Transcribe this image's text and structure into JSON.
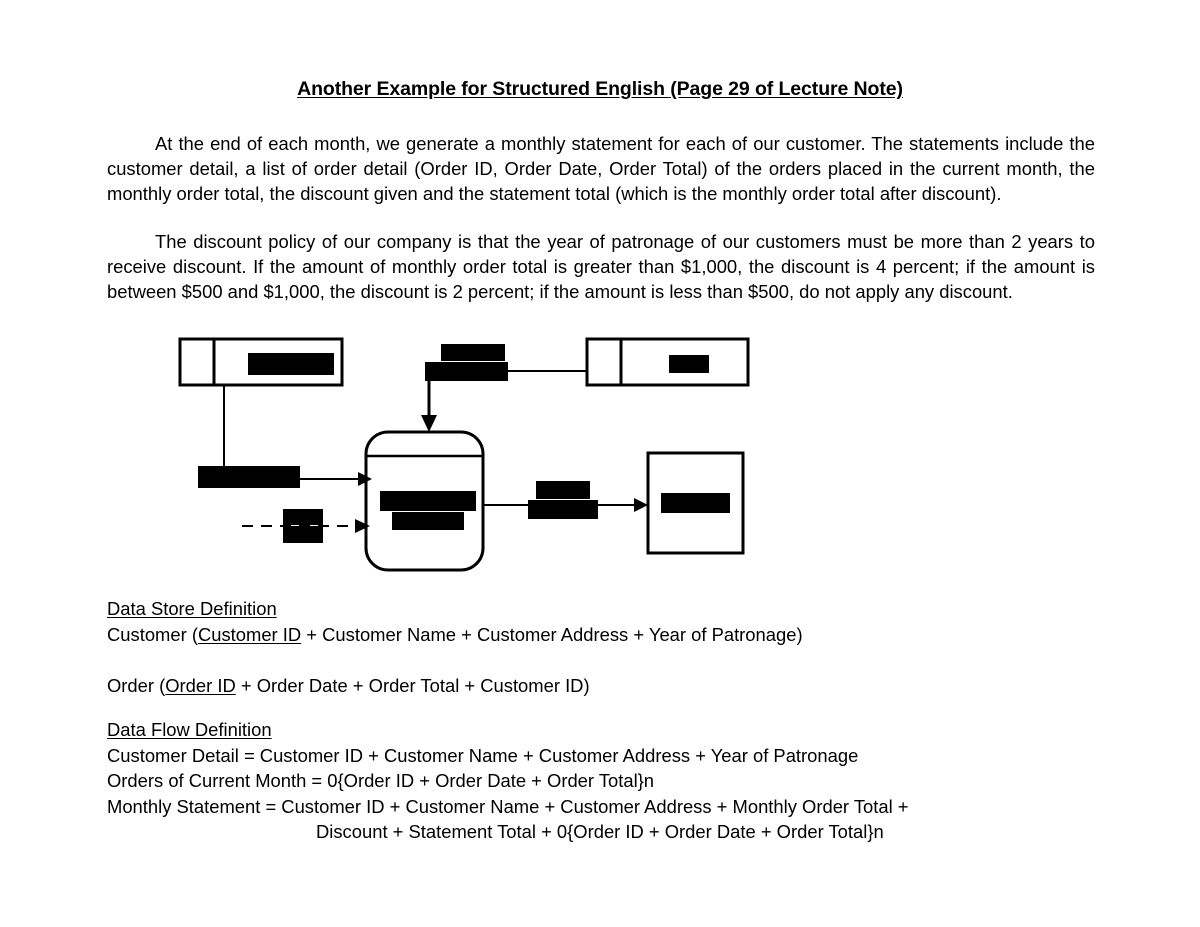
{
  "document": {
    "title": "Another Example for Structured English (Page 29 of Lecture Note)",
    "paragraph_1": "At the end of each month, we generate a monthly statement for each of our customer.  The statements include the customer detail, a list of order detail (Order ID, Order Date, Order Total) of the orders placed in the current month, the monthly order total, the discount given and the statement total (which is the monthly order total after discount).",
    "paragraph_2": "The discount policy of our company is that the year of patronage of our customers must be more than 2 years to receive discount.  If the amount of monthly order total is greater than $1,000, the discount is 4 percent; if the amount is between $500 and $1,000, the discount is 2 percent; if the amount is less than $500, do not apply any discount."
  },
  "data_store_definition": {
    "heading": "Data Store Definition",
    "entries": [
      {
        "prefix": "Customer (",
        "key": "Customer ID",
        "suffix": " + Customer Name + Customer Address + Year of Patronage)"
      },
      {
        "prefix": "Order (",
        "key": "Order ID",
        "suffix": " + Order Date + Order Total + Customer ID)"
      }
    ]
  },
  "data_flow_definition": {
    "heading": "Data Flow Definition",
    "lines": [
      "Customer Detail = Customer ID + Customer Name + Customer Address + Year of Patronage",
      "Orders of Current Month = 0{Order ID + Order Date + Order Total}n",
      "Monthly Statement = Customer ID + Customer Name + Customer Address + Monthly Order Total +",
      "Discount + Statement Total + 0{Order ID + Order Date + Order Total}n"
    ]
  },
  "diagram": {
    "type": "data-flow-diagram",
    "note": "Labels in the diagram are covered by solid black redaction bars.",
    "stroke_color": "#000000",
    "redaction_color": "#000000",
    "nodes": [
      {
        "id": "datastore-left",
        "kind": "data-store",
        "label_redacted": true
      },
      {
        "id": "datastore-right",
        "kind": "data-store",
        "label_redacted": true
      },
      {
        "id": "process-center",
        "kind": "process",
        "label_redacted": true
      },
      {
        "id": "entity-right",
        "kind": "external-entity",
        "label_redacted": true
      }
    ],
    "flows": [
      {
        "id": "flow-store-left-to-process",
        "style": "solid",
        "label_redacted": true
      },
      {
        "id": "flow-dashed-to-process",
        "style": "dashed",
        "label_redacted": true
      },
      {
        "id": "flow-top-into-process",
        "style": "solid",
        "label_redacted": true
      },
      {
        "id": "flow-process-to-entity",
        "style": "solid",
        "label_redacted": true
      }
    ]
  }
}
